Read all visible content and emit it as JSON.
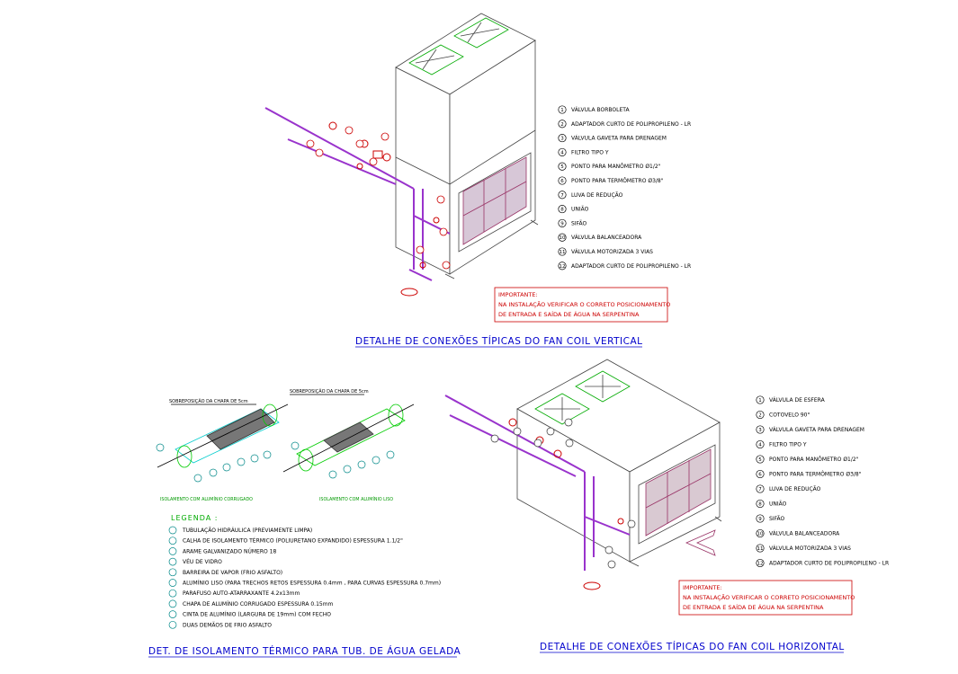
{
  "vertical": {
    "title": "DETALHE DE CONEXÕES TÍPICAS DO FAN COIL VERTICAL",
    "items": [
      {
        "n": "1",
        "t": "VÁLVULA BORBOLETA"
      },
      {
        "n": "2",
        "t": "ADAPTADOR CURTO DE POLIPROPILENO - LR"
      },
      {
        "n": "3",
        "t": "VÁLVULA GAVETA PARA DRENAGEM"
      },
      {
        "n": "4",
        "t": "FILTRO TIPO Y"
      },
      {
        "n": "5",
        "t": "PONTO PARA MANÔMETRO Ø1/2\""
      },
      {
        "n": "6",
        "t": "PONTO PARA TERMÔMETRO Ø3/8\""
      },
      {
        "n": "7",
        "t": "LUVA DE REDUÇÃO"
      },
      {
        "n": "8",
        "t": "UNIÃO"
      },
      {
        "n": "9",
        "t": "SIFÃO"
      },
      {
        "n": "10",
        "t": "VÁLVULA BALANCEADORA"
      },
      {
        "n": "11",
        "t": "VÁLVULA MOTORIZADA 3 VIAS"
      },
      {
        "n": "12",
        "t": "ADAPTADOR CURTO DE POLIPROPILENO - LR"
      }
    ],
    "note_title": "IMPORTANTE:",
    "note_l1": "NA INSTALAÇÃO VERIFICAR O CORRETO POSICIONAMENTO",
    "note_l2": "DE ENTRADA E SAÍDA DE ÁGUA NA SERPENTINA"
  },
  "horizontal": {
    "title": "DETALHE DE CONEXÕES TÍPICAS DO FAN COIL HORIZONTAL",
    "items": [
      {
        "n": "1",
        "t": "VÁLVULA DE ESFERA"
      },
      {
        "n": "2",
        "t": "COTOVELO 90°"
      },
      {
        "n": "3",
        "t": "VÁLVULA GAVETA PARA DRENAGEM"
      },
      {
        "n": "4",
        "t": "FILTRO TIPO Y"
      },
      {
        "n": "5",
        "t": "PONTO PARA MANÔMETRO Ø1/2\""
      },
      {
        "n": "6",
        "t": "PONTO PARA TERMÔMETRO Ø3/8\""
      },
      {
        "n": "7",
        "t": "LUVA DE REDUÇÃO"
      },
      {
        "n": "8",
        "t": "UNIÃO"
      },
      {
        "n": "9",
        "t": "SIFÃO"
      },
      {
        "n": "10",
        "t": "VÁLVULA BALANCEADORA"
      },
      {
        "n": "11",
        "t": "VÁLVULA MOTORIZADA 3 VIAS"
      },
      {
        "n": "12",
        "t": "ADAPTADOR CURTO DE POLIPROPILENO - LR"
      }
    ],
    "note_title": "IMPORTANTE:",
    "note_l1": "NA INSTALAÇÃO VERIFICAR O CORRETO POSICIONAMENTO",
    "note_l2": "DE ENTRADA E SAÍDA DE ÁGUA NA SERPENTINA"
  },
  "insulation": {
    "title": "DET. DE ISOLAMENTO TÉRMICO PARA TUB. DE ÁGUA GELADA",
    "label_left": "SOBREPOSIÇÃO DA CHAPA DE 5cm",
    "label_right": "SOBREPOSIÇÃO DA CHAPA DE 5cm",
    "cap_left": "ISOLAMENTO COM ALUMÍNIO CORRUGADO",
    "cap_right": "ISOLAMENTO COM ALUMÍNIO LISO",
    "legend_title": "LEGENDA :",
    "legend": [
      "TUBULAÇÃO HIDRÁULICA (PREVIAMENTE LIMPA)",
      "CALHA DE ISOLAMENTO TÉRMICO (POLIURETANO EXPANDIDO) ESPESSURA 1.1/2\"",
      "ARAME GALVANIZADO NÚMERO 18",
      "VÉU DE VIDRO",
      "BARREIRA DE VAPOR (FRIO ASFALTO)",
      "ALUMÍNIO LISO (PARA TRECHOS RETOS ESPESSURA 0.4mm , PARA CURVAS ESPESSURA 0.7mm)",
      "PARAFUSO AUTO-ATARRAXANTE 4.2x13mm",
      "CHAPA DE ALUMÍNIO CORRUGADO ESPESSURA 0.15mm",
      "CINTA DE ALUMÍNIO (LARGURA DE 19mm) COM FECHO",
      "DUAS DEMÃOS DE FRIO ASFALTO"
    ]
  },
  "colors": {
    "title": "#0000cc",
    "pipe": "#9933cc",
    "red": "#cc0000",
    "green": "#00aa00",
    "grid": "#993366"
  }
}
